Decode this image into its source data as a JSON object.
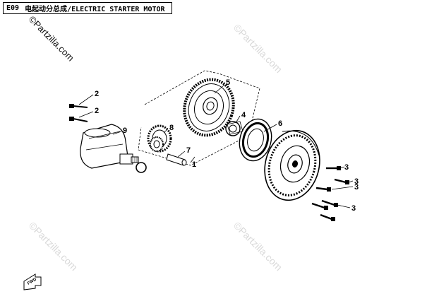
{
  "header": {
    "code": "E09",
    "title": "电起动分总成/ELECTRIC STARTER MOTOR"
  },
  "watermark": {
    "main": "©Partzilla.com",
    "faint": "©Partzilla.com"
  },
  "callouts": {
    "c1": "1",
    "c2a": "2",
    "c2b": "2",
    "c3a": "3",
    "c3b": "3",
    "c3c": "3",
    "c3d": "3",
    "c4": "4",
    "c5": "5",
    "c6": "6",
    "c7": "7",
    "c8": "8",
    "c9": "9"
  },
  "direction_marker": "FWD"
}
